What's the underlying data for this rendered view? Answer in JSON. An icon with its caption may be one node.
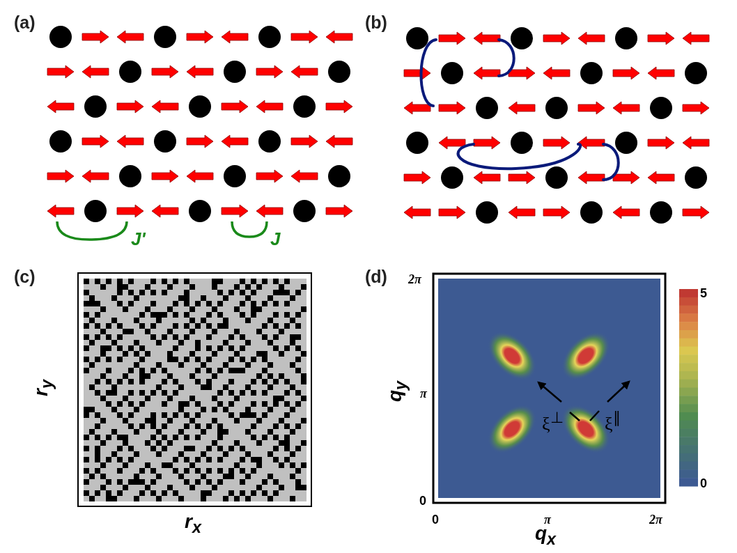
{
  "diagram": {
    "labels": [
      "(a)",
      "(b)",
      "J'",
      "J",
      "(c)",
      "r$_{y}$",
      "r$_{x}$",
      "(d)",
      "2π",
      "q$_{y}$",
      "π",
      "0",
      "0",
      "π",
      "2π",
      "q$_{x}$",
      "ξ$^{⊥}$",
      "ξ$^{∥}$",
      "5",
      "0"
    ]
  }
}
